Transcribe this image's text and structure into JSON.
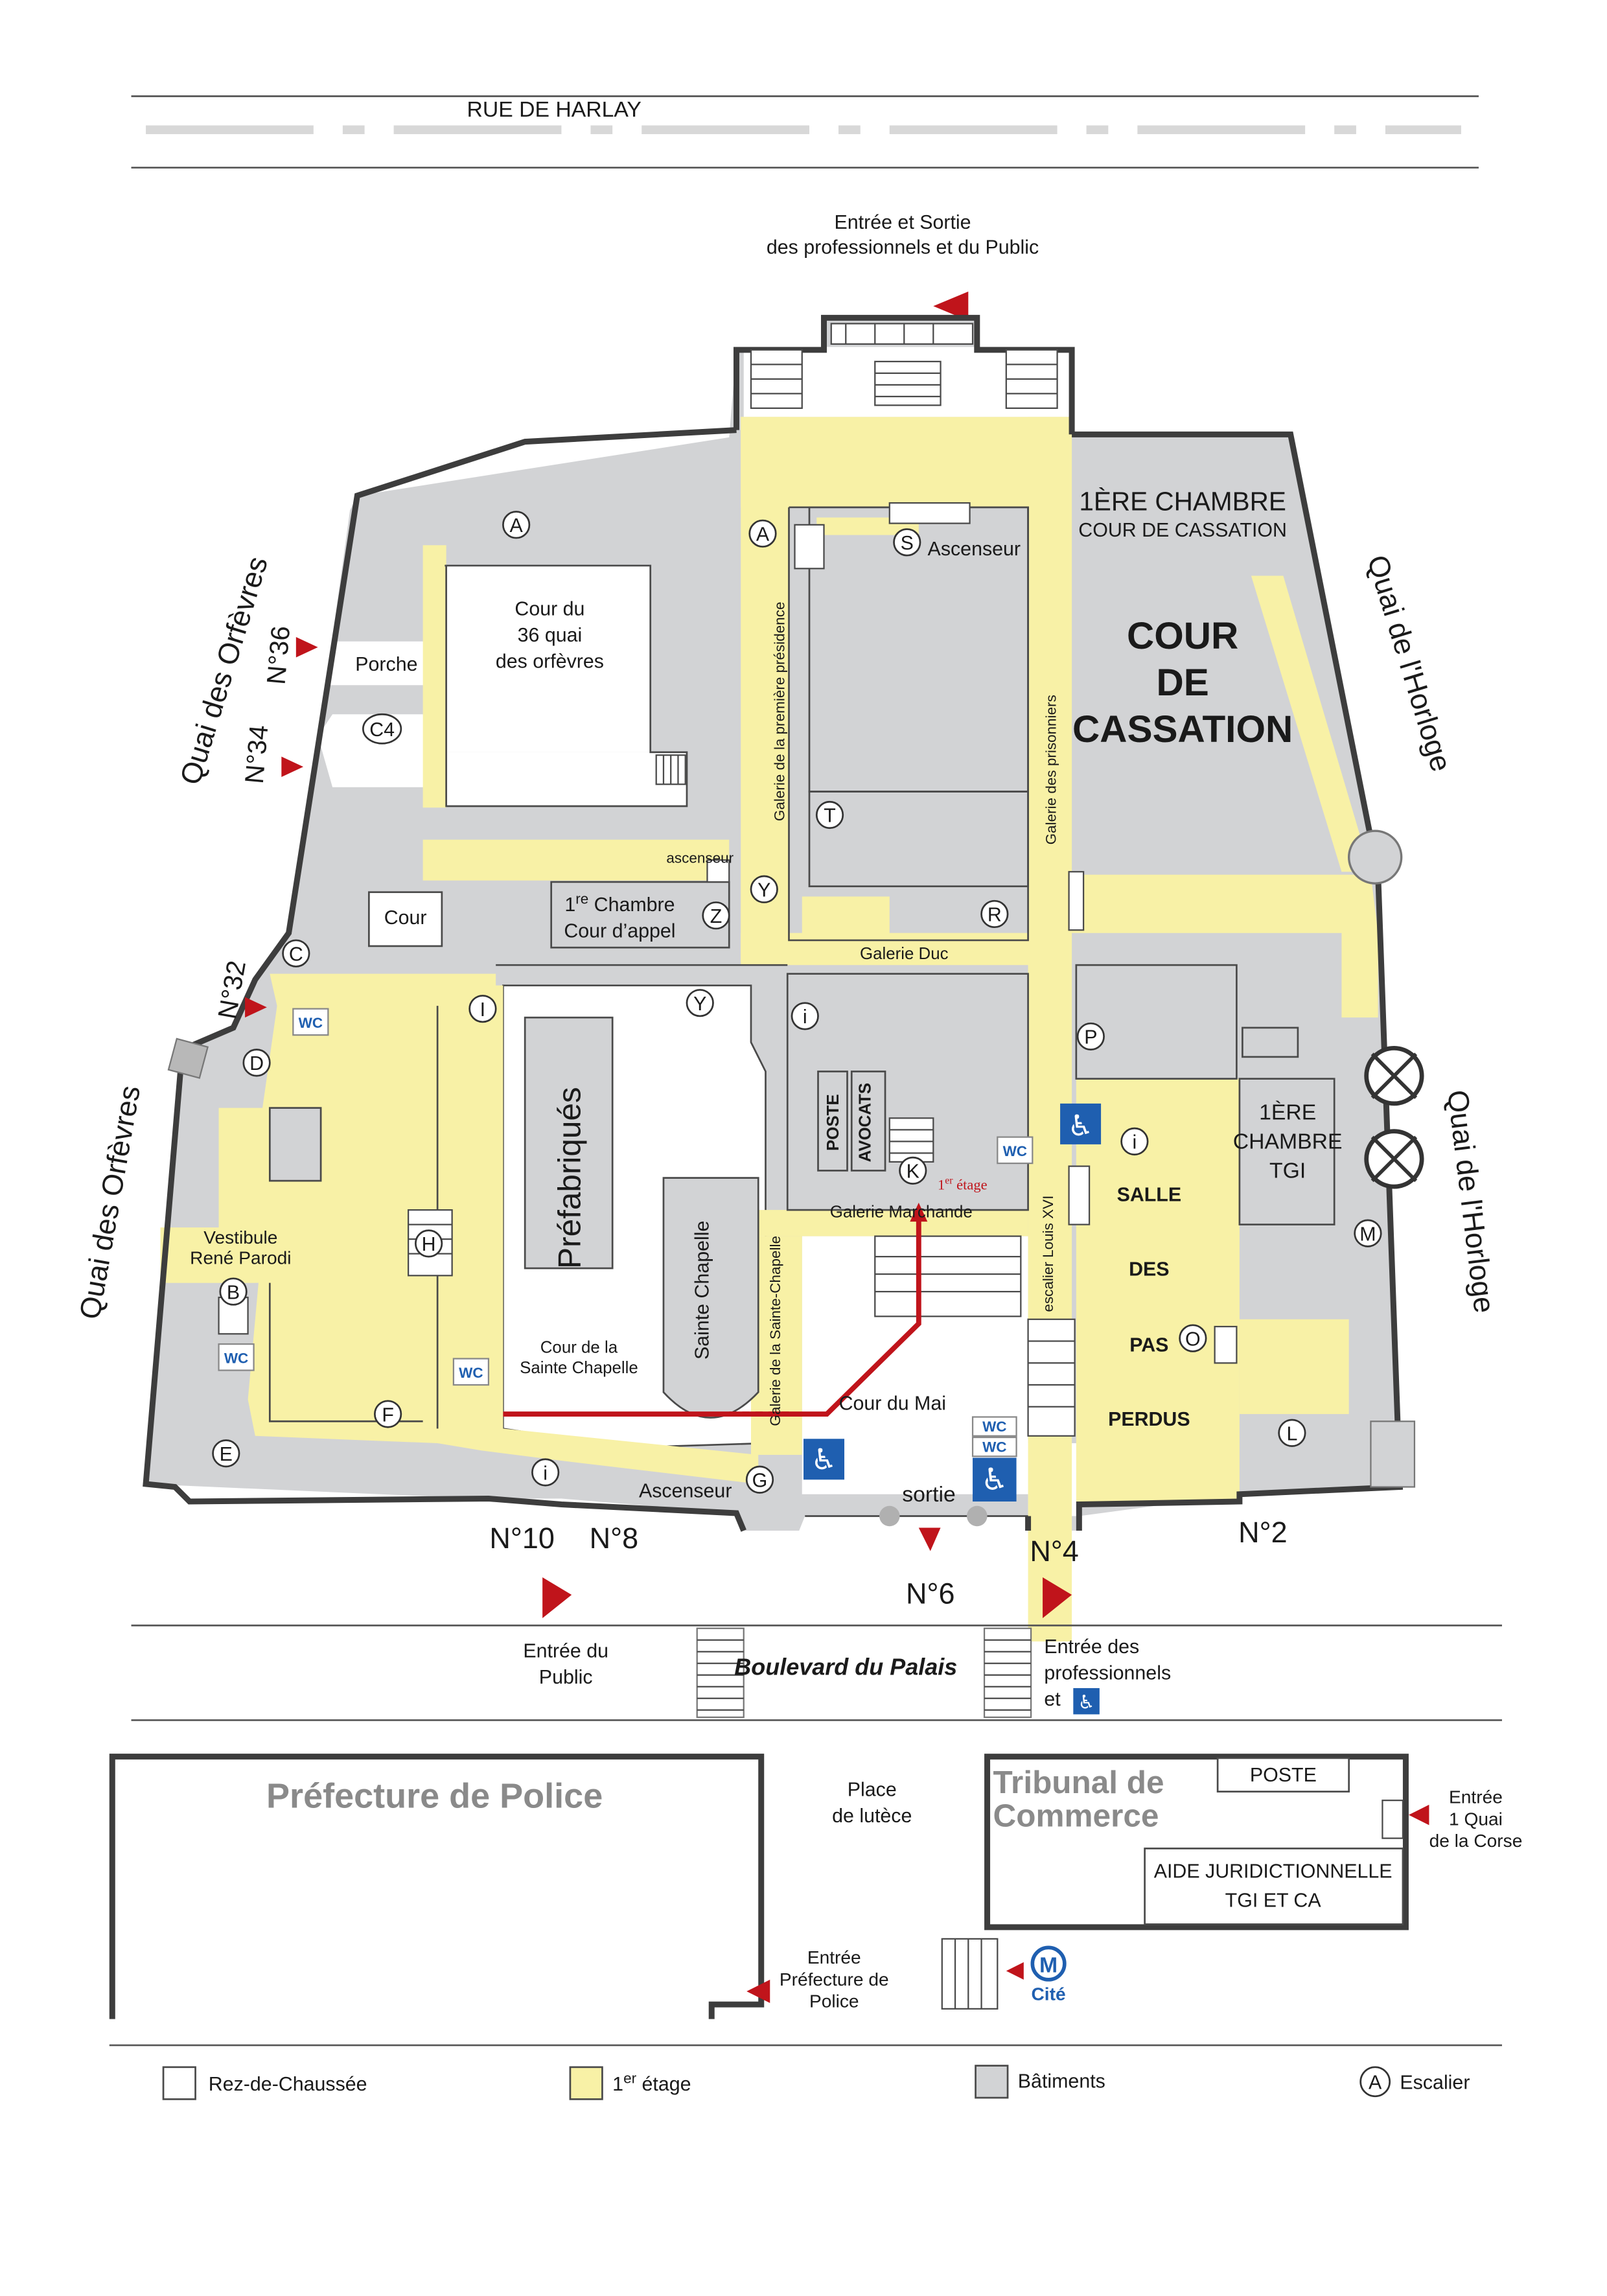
{
  "streets": {
    "top": "RUE DE HARLAY",
    "bottom": "Boulevard du Palais",
    "left_upper": "Quai des Orfèvres",
    "left_lower": "Quai des Orfèvres",
    "right_upper": "Quai de l'Horloge",
    "right_lower": "Quai de l'Horloge"
  },
  "entrances": {
    "top_line1": "Entrée et Sortie",
    "top_line2": "des professionnels et du Public",
    "public_line1": "Entrée du",
    "public_line2": "Public",
    "pro_line1": "Entrée des",
    "pro_line2": "professionnels",
    "pro_line3": "et",
    "sortie": "sortie",
    "prefecture_line1": "Entrée",
    "prefecture_line2": "Préfecture de",
    "prefecture_line3": "Police",
    "corse_line1": "Entrée",
    "corse_line2": "1 Quai",
    "corse_line3": "de la Corse"
  },
  "numbers": {
    "n36": "N°36",
    "n34": "N°34",
    "n32": "N°32",
    "n10": "N°10",
    "n8": "N°8",
    "n6": "N°6",
    "n4": "N°4",
    "n2": "N°2"
  },
  "rooms": {
    "premiere_chambre_cass_1": "1ÈRE CHAMBRE",
    "premiere_chambre_cass_2": "COUR DE CASSATION",
    "cour_cassation_1": "COUR",
    "cour_cassation_2": "DE",
    "cour_cassation_3": "CASSATION",
    "cour36_1": "Cour du",
    "cour36_2": "36 quai",
    "cour36_3": "des orfèvres",
    "porche": "Porche",
    "cour": "Cour",
    "chambre_appel_1a": "1",
    "chambre_appel_1sup": "re",
    "chambre_appel_1b": " Chambre",
    "chambre_appel_2": "Cour d’appel",
    "ascenseur_small": "ascenseur",
    "ascenseur_top": "Ascenseur",
    "ascenseur_bottom": "Ascenseur",
    "prefabriques": "Préfabriqués",
    "sainte_chapelle": "Sainte Chapelle",
    "cour_sainte_chapelle_1": "Cour de la",
    "cour_sainte_chapelle_2": "Sainte Chapelle",
    "poste": "POSTE",
    "avocats": "AVOCATS",
    "galerie_marchande": "Galerie Marchande",
    "premier_etage_a": "1",
    "premier_etage_sup": "er",
    "premier_etage_b": " étage",
    "cour_du_mai": "Cour du Mai",
    "galerie_duc": "Galerie Duc",
    "galerie_presidence": "Galerie de la première présidence",
    "galerie_prisonniers": "Galerie des prisonniers",
    "galerie_sainte_chapelle": "Galerie de la Sainte-Chapelle",
    "escalier_louis": "escalier Louis XVI",
    "vestibule_1": "Vestibule",
    "vestibule_2": "René Parodi",
    "salle_1": "SALLE",
    "salle_2": "DES",
    "salle_3": "PAS",
    "salle_4": "PERDUS",
    "chambre_tgi_1": "1ÈRE",
    "chambre_tgi_2": "CHAMBRE",
    "chambre_tgi_3": "TGI",
    "wc": "WC"
  },
  "stairs": {
    "a1": "A",
    "a2": "A",
    "s": "S",
    "t": "T",
    "r": "R",
    "y1": "Y",
    "y2": "Y",
    "z": "Z",
    "c4": "C4",
    "c": "C",
    "d": "D",
    "b": "B",
    "e": "E",
    "f": "F",
    "h": "H",
    "i_letter": "I",
    "g": "G",
    "k": "K",
    "p": "P",
    "o": "O",
    "l": "L",
    "m": "M",
    "info": "i"
  },
  "outside": {
    "prefecture": "Préfecture de Police",
    "place_1": "Place",
    "place_2": "de lutèce",
    "tribunal_1": "Tribunal de",
    "tribunal_2": "Commerce",
    "poste": "POSTE",
    "aide_1": "AIDE JURIDICTIONNELLE",
    "aide_2": "TGI ET CA",
    "metro": "Cité",
    "metro_letter": "M"
  },
  "legend": {
    "rdc": "Rez-de-Chaussée",
    "etage_a": "1",
    "etage_sup": "er",
    "etage_b": " étage",
    "batiments": "Bâtiments",
    "escalier": "Escalier",
    "escalier_letter": "A"
  },
  "colors": {
    "first_floor": "#f8f1a6",
    "buildings": "#d2d3d5",
    "accent_red": "#c0141b",
    "access_blue": "#1f5fb0"
  }
}
